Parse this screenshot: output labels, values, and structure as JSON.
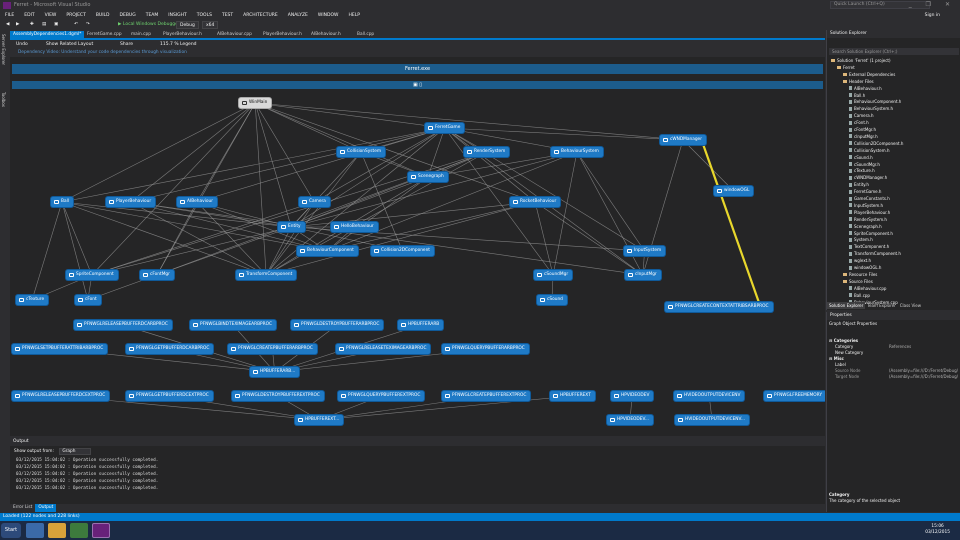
{
  "window": {
    "title": "Ferret - Microsoft Visual Studio",
    "quick_launch_placeholder": "Quick Launch (Ctrl+Q)",
    "controls": "_ ❐ ✕"
  },
  "menu": {
    "items": [
      "FILE",
      "EDIT",
      "VIEW",
      "PROJECT",
      "BUILD",
      "DEBUG",
      "TEAM",
      "INSIGHT",
      "TOOLS",
      "TEST",
      "ARCHITECTURE",
      "ANALYZE",
      "WINDOW",
      "HELP"
    ],
    "sign_in": "Sign in"
  },
  "toolbar": {
    "debugger": "▶ Local Windows Debugger",
    "config": "Debug",
    "platform": "x64"
  },
  "left_tabs": [
    "Server Explorer",
    "Toolbox"
  ],
  "doc_tabs": [
    {
      "label": "AssemblyDependencies1.dgml*",
      "active": true
    },
    {
      "label": "FerretGame.cpp",
      "active": false
    },
    {
      "label": "main.cpp",
      "active": false
    },
    {
      "label": "PlayerBehaviour.h",
      "active": false
    },
    {
      "label": "AIBehaviour.cpp",
      "active": false
    },
    {
      "label": "PlayerBehaviour.h",
      "active": false
    },
    {
      "label": "AIBehaviour.h",
      "active": false
    },
    {
      "label": "Ball.cpp",
      "active": false
    }
  ],
  "dgml_toolbar": {
    "undo": "Undo",
    "show_related": "Show Related",
    "layout": "Layout",
    "share": "Share",
    "zoom": "115.7 %",
    "legend": "Legend"
  },
  "info_bar": "Dependency Video: Understand your code dependencies through visualization",
  "graph": {
    "group_title": "Ferret.exe",
    "sub_title": "▣ ▯",
    "nodes": {
      "winmain": "WinMain",
      "ferretgame": "FerretGame",
      "cwndmanager": "cWNDManager",
      "collisionsystem": "CollisionSystem",
      "rendersystem": "RenderSystem",
      "behavioursystem": "BehaviourSystem",
      "scenegraph": "Scenegraph",
      "windowogl": "windowOGL",
      "ball": "Ball",
      "playerbehaviour": "PlayerBehaviour",
      "aibehaviour": "AIBehaviour",
      "camera": "Camera",
      "rocketbehaviour": "RocketBehaviour",
      "entity": "Entity",
      "hellobehaviour": "HelloBehaviour",
      "behaviourcomponent": "BehaviourComponent",
      "collision2dcomponent": "Collision2DComponent",
      "inputsystem": "InputSystem",
      "spritecomponent": "SpriteComponent",
      "cfontmgr": "cFontMgr",
      "transformcomponent": "TransformComponent",
      "csoundmgr": "cSoundMgr",
      "cinputmgr": "cInputMgr",
      "ctexture": "cTexture",
      "cfont": "cFont",
      "csound": "cSound",
      "createcontext": "PFNWGLCREATECONTEXTATTRIBSARBPROC",
      "releasebuffer": "PFNWGLRELEASEPBUFFERDCARBPROC",
      "bindteximage": "PFNWGLBINDTEXIMAGEARBPROC",
      "destroypbuffer": "PFNWGLDESTROYPBUFFERARBPROC",
      "hpbufferarb": "HPBUFFERARB",
      "setpbufferattrib": "PFNWGLSETPBUFFERATTRIBARBPROC",
      "getpbufferdc": "PFNWGLGETPBUFFERDCARBPROC",
      "createpbuffer": "PFNWGLCREATEPBUFFERARBPROC",
      "releaseteximage": "PFNWGLRELEASETEXIMAGEARBPROC",
      "querypbuffer": "PFNWGLQUERYPBUFFERARBPROC",
      "hpbufferarb2": "HPBUFFERARB...",
      "releasebufferext": "PFNWGLRELEASEPBUFFERDCEXTPROC",
      "getpbufferdcext": "PFNWGLGETPBUFFERDCEXTPROC",
      "destroypbufferext": "PFNWGLDESTROYPBUFFEREXTPROC",
      "querypbufferext": "PFNWGLQUERYPBUFFEREXTPROC",
      "createpbufferext": "PFNWGLCREATEPBUFFEREXTPROC",
      "hpbufferext": "HPBUFFEREXT",
      "hpvideodev": "HPVIDEODEV",
      "hvideooutput": "HVIDEOOUTPUTDEVICENV",
      "freememory": "PFNWGLFREEMEMORY",
      "hpbufferext2": "HPBUFFEREXT...",
      "hpvideodev2": "HPVIDEODEV...",
      "hvideooutput2": "HVIDEOOUTPUTDEVICENV..."
    },
    "highlight_color": "#e8d72c",
    "edge_color": "#9a9a9a",
    "node_color": "#1f7ac6"
  },
  "output": {
    "title": "Output",
    "show_from_label": "Show output from:",
    "show_from_value": "Graph",
    "lines": [
      "03/12/2015 15:04:02 : Operation successfully completed.",
      "03/12/2015 15:04:02 : Operation successfully completed.",
      "03/12/2015 15:04:02 : Operation successfully completed.",
      "03/12/2015 15:04:02 : Operation successfully completed.",
      "03/12/2015 15:04:02 : Operation successfully completed."
    ],
    "tabs": [
      {
        "label": "Error List",
        "active": false
      },
      {
        "label": "Output",
        "active": true
      }
    ]
  },
  "solution_explorer": {
    "title": "Solution Explorer",
    "search_placeholder": "Search Solution Explorer (Ctrl+;)",
    "items": [
      {
        "label": "Solution 'Ferret' (1 project)",
        "indent": 0,
        "type": "solution"
      },
      {
        "label": "Ferret",
        "indent": 1,
        "type": "project"
      },
      {
        "label": "External Dependencies",
        "indent": 2,
        "type": "folder"
      },
      {
        "label": "Header Files",
        "indent": 2,
        "type": "folder"
      },
      {
        "label": "AIBehaviour.h",
        "indent": 3,
        "type": "file"
      },
      {
        "label": "Ball.h",
        "indent": 3,
        "type": "file"
      },
      {
        "label": "BehaviourComponent.h",
        "indent": 3,
        "type": "file"
      },
      {
        "label": "BehaviourSystem.h",
        "indent": 3,
        "type": "file"
      },
      {
        "label": "Camera.h",
        "indent": 3,
        "type": "file"
      },
      {
        "label": "cFont.h",
        "indent": 3,
        "type": "file"
      },
      {
        "label": "cFontMgr.h",
        "indent": 3,
        "type": "file"
      },
      {
        "label": "cInputMgr.h",
        "indent": 3,
        "type": "file"
      },
      {
        "label": "Collision2DComponent.h",
        "indent": 3,
        "type": "file"
      },
      {
        "label": "CollisionSystem.h",
        "indent": 3,
        "type": "file"
      },
      {
        "label": "cSound.h",
        "indent": 3,
        "type": "file"
      },
      {
        "label": "cSoundMgr.h",
        "indent": 3,
        "type": "file"
      },
      {
        "label": "cTexture.h",
        "indent": 3,
        "type": "file"
      },
      {
        "label": "cWNDManager.h",
        "indent": 3,
        "type": "file"
      },
      {
        "label": "Entity.h",
        "indent": 3,
        "type": "file"
      },
      {
        "label": "FerretGame.h",
        "indent": 3,
        "type": "file"
      },
      {
        "label": "GameConstants.h",
        "indent": 3,
        "type": "file"
      },
      {
        "label": "InputSystem.h",
        "indent": 3,
        "type": "file"
      },
      {
        "label": "PlayerBehaviour.h",
        "indent": 3,
        "type": "file"
      },
      {
        "label": "RenderSystem.h",
        "indent": 3,
        "type": "file"
      },
      {
        "label": "Scenegraph.h",
        "indent": 3,
        "type": "file"
      },
      {
        "label": "SpriteComponent.h",
        "indent": 3,
        "type": "file"
      },
      {
        "label": "System.h",
        "indent": 3,
        "type": "file"
      },
      {
        "label": "TextComponent.h",
        "indent": 3,
        "type": "file"
      },
      {
        "label": "TransformComponent.h",
        "indent": 3,
        "type": "file"
      },
      {
        "label": "wglext.h",
        "indent": 3,
        "type": "file"
      },
      {
        "label": "windowOGL.h",
        "indent": 3,
        "type": "file"
      },
      {
        "label": "Resource Files",
        "indent": 2,
        "type": "folder"
      },
      {
        "label": "Source Files",
        "indent": 2,
        "type": "folder"
      },
      {
        "label": "AIBehaviour.cpp",
        "indent": 3,
        "type": "file"
      },
      {
        "label": "Ball.cpp",
        "indent": 3,
        "type": "file"
      },
      {
        "label": "BehaviourSystem.cpp",
        "indent": 3,
        "type": "file"
      }
    ],
    "tabs": [
      {
        "label": "Solution Explorer",
        "active": true
      },
      {
        "label": "Team Explorer",
        "active": false
      },
      {
        "label": "Class View",
        "active": false
      }
    ]
  },
  "properties": {
    "title": "Properties",
    "object": "Graph Object Properties",
    "rows": [
      {
        "name": "⊟ Categories",
        "value": ""
      },
      {
        "name": "Category",
        "value": "References"
      },
      {
        "name": "New Category",
        "value": ""
      },
      {
        "name": "⊟ Misc",
        "value": ""
      },
      {
        "name": "Label",
        "value": ""
      },
      {
        "name": "Source Node",
        "value": "(Assembly=file:///D:/Ferret/Debug/"
      },
      {
        "name": "Target Node",
        "value": "(Assembly=file:///D:/Ferret/Debug/"
      }
    ],
    "desc_title": "Category",
    "desc_text": "The category of the selected object"
  },
  "status_bar": "Loaded (122 nodes and 228 links)",
  "taskbar": {
    "start": "Start",
    "time": "15:06",
    "date": "03/12/2015"
  }
}
